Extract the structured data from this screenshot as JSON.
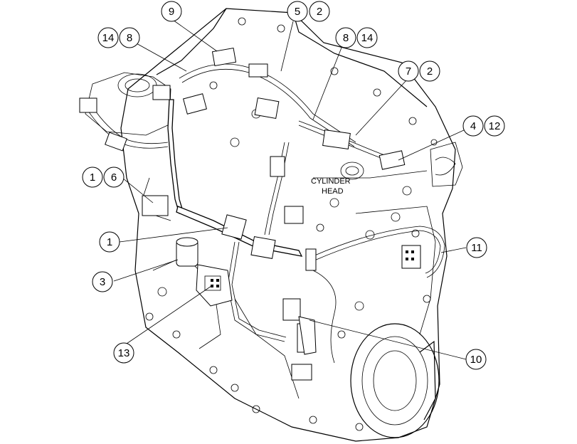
{
  "diagram": {
    "annotation": {
      "line1": "CYLINDER",
      "line2": "HEAD"
    },
    "callouts": [
      {
        "id": "c9",
        "nums": [
          "9"
        ]
      },
      {
        "id": "c52",
        "nums": [
          "5",
          "2"
        ]
      },
      {
        "id": "c148a",
        "nums": [
          "14",
          "8"
        ]
      },
      {
        "id": "c814",
        "nums": [
          "8",
          "14"
        ]
      },
      {
        "id": "c72",
        "nums": [
          "7",
          "2"
        ]
      },
      {
        "id": "c412",
        "nums": [
          "4",
          "12"
        ]
      },
      {
        "id": "c16",
        "nums": [
          "1",
          "6"
        ]
      },
      {
        "id": "c1",
        "nums": [
          "1"
        ]
      },
      {
        "id": "c11",
        "nums": [
          "11"
        ]
      },
      {
        "id": "c3",
        "nums": [
          "3"
        ]
      },
      {
        "id": "c13",
        "nums": [
          "13"
        ]
      },
      {
        "id": "c10",
        "nums": [
          "10"
        ]
      }
    ]
  }
}
